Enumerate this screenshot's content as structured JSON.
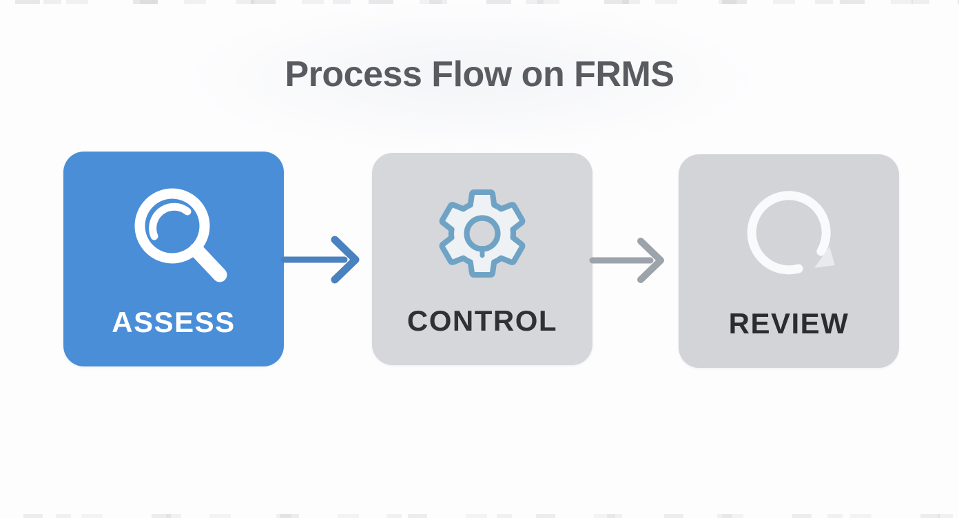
{
  "title": "Process Flow on FRMS",
  "diagram": {
    "steps": [
      {
        "label": "ASSESS",
        "icon": "magnifier-icon",
        "bg_color": "#4a8ed8",
        "label_color": "#ffffff",
        "icon_color": "#ffffff"
      },
      {
        "label": "CONTROL",
        "icon": "gear-icon",
        "bg_color": "#d5d7da",
        "label_color": "#2e3136",
        "icon_stroke": "#6fa3c6",
        "icon_fill": "#eef2f5"
      },
      {
        "label": "REVIEW",
        "icon": "refresh-icon",
        "bg_color": "#d2d4d7",
        "label_color": "#2a2c30",
        "icon_color": "#f8fafb",
        "icon_arrow_color": "#e7eaee"
      }
    ],
    "connectors": [
      {
        "from": "ASSESS",
        "to": "CONTROL",
        "color": "#4a82bf"
      },
      {
        "from": "CONTROL",
        "to": "REVIEW",
        "color": "#9ca3ab"
      }
    ]
  },
  "colors": {
    "background": "#fdfdfe",
    "title": "#595b60"
  }
}
